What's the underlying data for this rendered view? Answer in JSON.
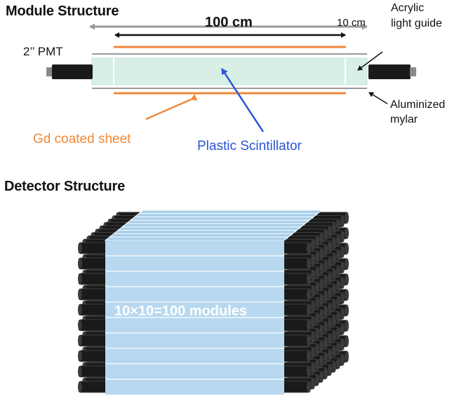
{
  "module_section": {
    "heading": "Module Structure",
    "length_main": "100 cm",
    "length_guide": "10 cm",
    "pmt_label": "2’’ PMT",
    "guide_label_line1": "Acrylic",
    "guide_label_line2": "light guide",
    "mylar_label_line1": "Aluminized",
    "mylar_label_line2": "mylar",
    "gd_label": "Gd coated sheet",
    "scint_label": "Plastic Scintillator"
  },
  "detector_section": {
    "heading": "Detector Structure",
    "modules_label": "10×10=100 modules",
    "grid_rows": 10,
    "grid_cols": 10
  },
  "colors": {
    "scintillator": "#d8efe6",
    "gd_sheet": "#f0883a",
    "scint_arrow": "#2b54d6",
    "pmt": "#1a1a1a",
    "detector_face": "#b7d8ef"
  }
}
